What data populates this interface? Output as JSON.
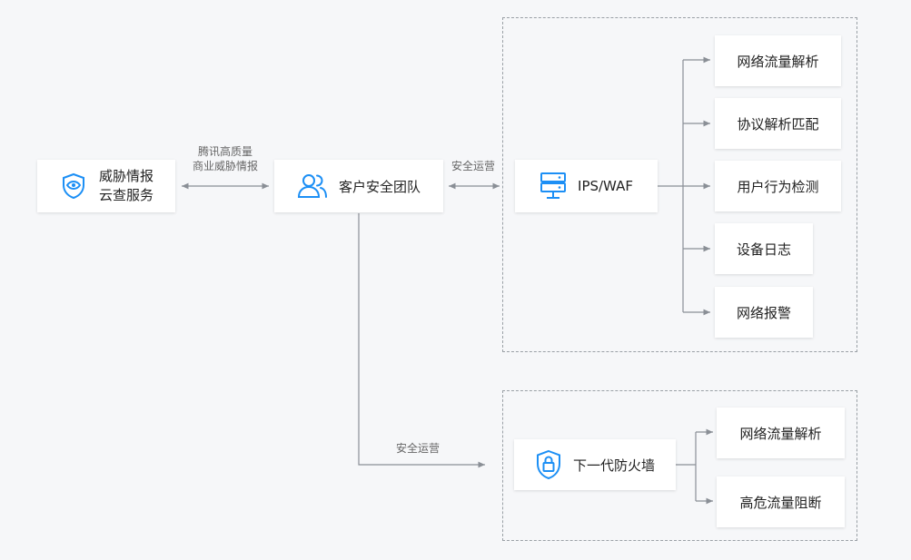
{
  "threat_intel": {
    "line1": "威胁情报",
    "line2": "云查服务",
    "icon": "shield-eye-icon"
  },
  "edge_intel": {
    "line1": "腾讯高质量",
    "line2": "商业威胁情报"
  },
  "customer_team": {
    "label": "客户安全团队",
    "icon": "users-icon"
  },
  "edge_ops_top": "安全运营",
  "edge_ops_bottom": "安全运营",
  "ips_waf": {
    "label": "IPS/WAF",
    "icon": "server-icon",
    "features": [
      "网络流量解析",
      "协议解析匹配",
      "用户行为检测",
      "设备日志",
      "网络报警"
    ]
  },
  "firewall": {
    "label": "下一代防火墙",
    "icon": "shield-lock-icon",
    "features": [
      "网络流量解析",
      "高危流量阻断"
    ]
  },
  "colors": {
    "accent": "#1c8ff5",
    "line": "#8a8f96",
    "background": "#f6f7f9"
  }
}
